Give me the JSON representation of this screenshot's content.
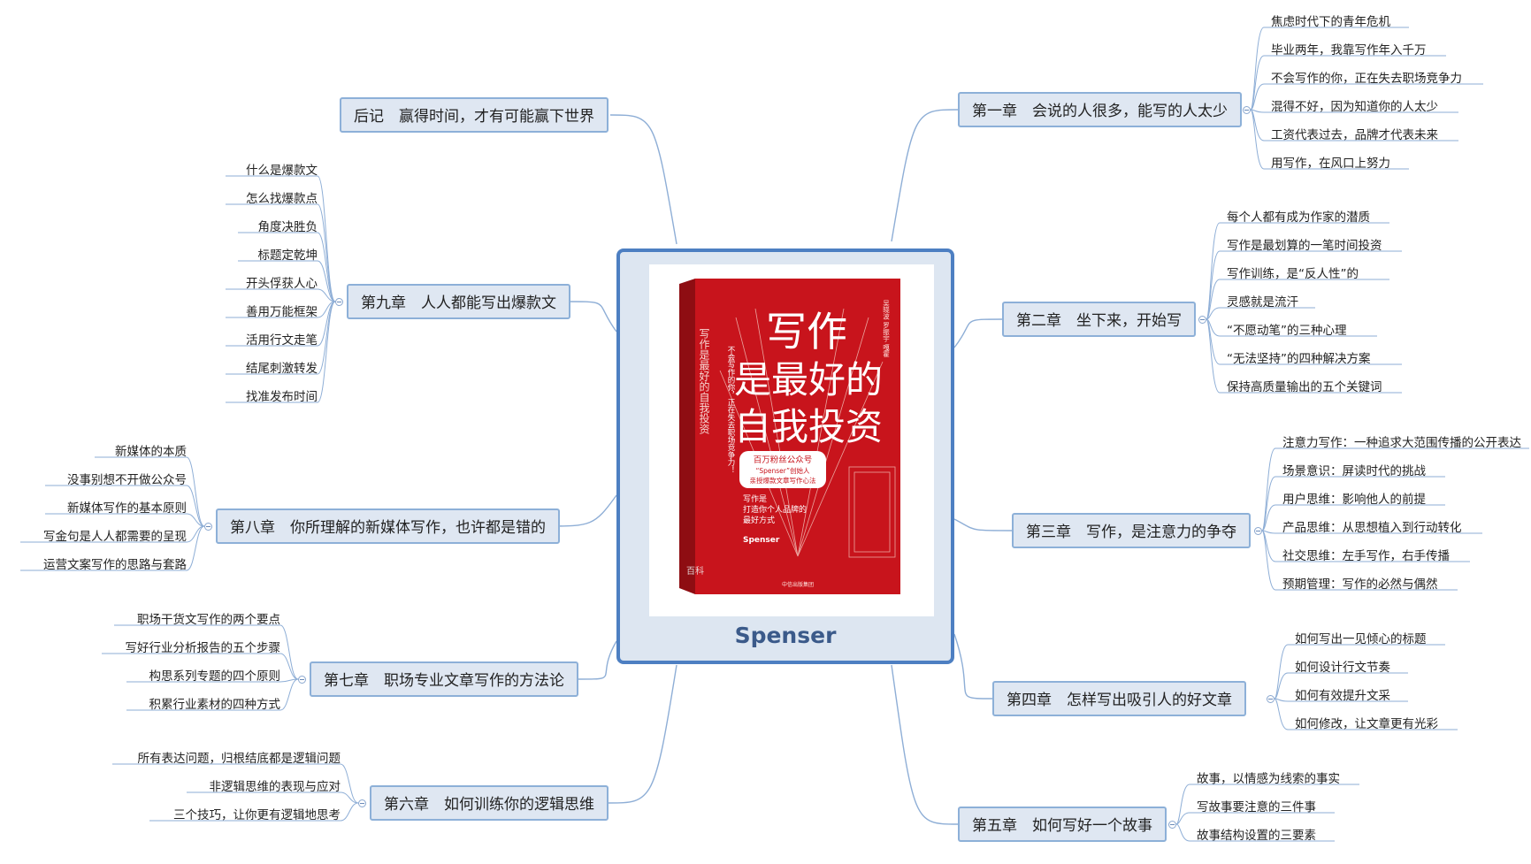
{
  "center": {
    "title": "Spenser",
    "cover": {
      "title_line1": "写作",
      "title_line2": "是最好的",
      "title_line3": "自我投资",
      "spine": "写作是最好的自我投资",
      "tagline": "不会写作的你，正在失去职场竞争力！",
      "badge_line1": "百万粉丝公众号",
      "badge_line2": "“Spenser”创始人",
      "badge_line3": "亲授爆款文章写作心法",
      "sub_line1": "写作是",
      "sub_line2": "打造你个人品牌的",
      "sub_line3": "最好方式",
      "author": "Spenser",
      "publisher": "中信出版集团",
      "watermark": "百科",
      "side_text": "吴晓波 罗振宇 嘎霍"
    }
  },
  "right": [
    {
      "title": "第一章　会说的人很多，能写的人太少",
      "items": [
        "焦虑时代下的青年危机",
        "毕业两年，我靠写作年入千万",
        "不会写作的你，正在失去职场竞争力",
        "混得不好，因为知道你的人太少",
        "工资代表过去，品牌才代表未来",
        "用写作，在风口上努力"
      ]
    },
    {
      "title": "第二章　坐下来，开始写",
      "items": [
        "每个人都有成为作家的潜质",
        "写作是最划算的一笔时间投资",
        "写作训练，是“反人性”的",
        "灵感就是流汗",
        "“不愿动笔”的三种心理",
        "“无法坚持”的四种解决方案",
        "保持高质量输出的五个关键词"
      ]
    },
    {
      "title": "第三章　写作，是注意力的争夺",
      "items": [
        "注意力写作：一种追求大范围传播的公开表达",
        "场景意识：屏读时代的挑战",
        "用户思维：影响他人的前提",
        "产品思维：从思想植入到行动转化",
        "社交思维：左手写作，右手传播",
        "预期管理：写作的必然与偶然"
      ]
    },
    {
      "title": "第四章　怎样写出吸引人的好文章",
      "items": [
        "如何写出一见倾心的标题",
        "如何设计行文节奏",
        "如何有效提升文采",
        "如何修改，让文章更有光彩"
      ]
    },
    {
      "title": "第五章　如何写好一个故事",
      "items": [
        "故事，以情感为线索的事实",
        "写故事要注意的三件事",
        "故事结构设置的三要素"
      ]
    }
  ],
  "left": [
    {
      "title": "后记　赢得时间，才有可能赢下世界",
      "items": []
    },
    {
      "title": "第九章　人人都能写出爆款文",
      "items": [
        "什么是爆款文",
        "怎么找爆款点",
        "角度决胜负",
        "标题定乾坤",
        "开头俘获人心",
        "善用万能框架",
        "活用行文走笔",
        "结尾刺激转发",
        "找准发布时间"
      ]
    },
    {
      "title": "第八章　你所理解的新媒体写作，也许都是错的",
      "items": [
        "新媒体的本质",
        "没事别想不开做公众号",
        "新媒体写作的基本原则",
        "写金句是人人都需要的呈现",
        "运营文案写作的思路与套路"
      ]
    },
    {
      "title": "第七章　职场专业文章写作的方法论",
      "items": [
        "职场干货文写作的两个要点",
        "写好行业分析报告的五个步骤",
        "构思系列专题的四个原则",
        "积累行业素材的四种方式"
      ]
    },
    {
      "title": "第六章　如何训练你的逻辑思维",
      "items": [
        "所有表达问题，归根结底都是逻辑问题",
        "非逻辑思维的表现与应对",
        "三个技巧，让你更有逻辑地思考"
      ]
    }
  ],
  "colors": {
    "line": "#8eaed6",
    "node_fill": "#dfe7f2",
    "node_border": "#8db0d8",
    "center_border": "#4d7fc2",
    "cover_red": "#c8141c"
  }
}
